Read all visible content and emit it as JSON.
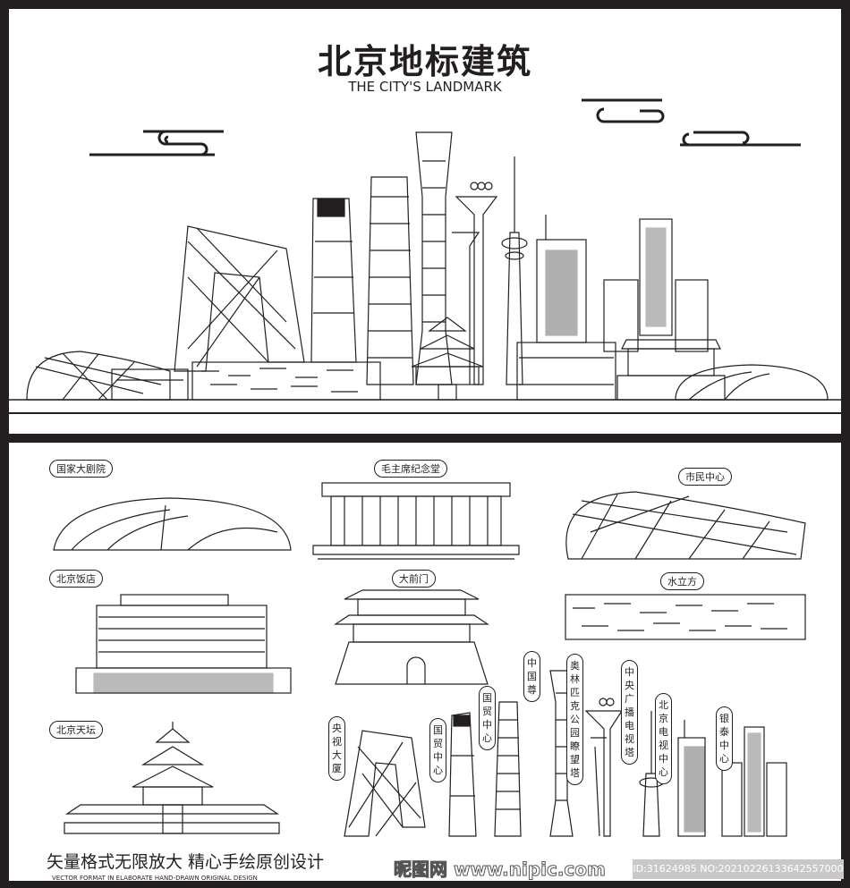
{
  "header": {
    "title": "北京地标建筑",
    "subtitle": "THE CITY'S LANDMARK"
  },
  "labels": {
    "national_theater": "国家大剧院",
    "mao_mausoleum": "毛主席纪念堂",
    "civic_center": "市民中心",
    "beijing_hotel": "北京饭店",
    "qianmen": "大前门",
    "water_cube": "水立方",
    "temple_of_heaven": "北京天坛",
    "cctv": "央视大厦",
    "wtc1": "国贸中心",
    "wtc2": "国贸中心",
    "china_zun": "中国尊",
    "olympic_tower": "奥林匹克公园瞭望塔",
    "cctv_tower": "中央广播电视塔",
    "btv": "北京电视中心",
    "yintai": "银泰中心"
  },
  "footer": {
    "slogan": "矢量格式无限放大  精心手绘原创设计",
    "slogan_en": "VECTOR FORMAT IN ELABORATE HAND-DRAWN ORIGINAL DESIGN",
    "watermark": "昵图网 www.nipic.com",
    "id_text": "ID:31624985 NO:20210226133642557000"
  },
  "colors": {
    "ink": "#231f20",
    "paper": "#ffffff"
  }
}
